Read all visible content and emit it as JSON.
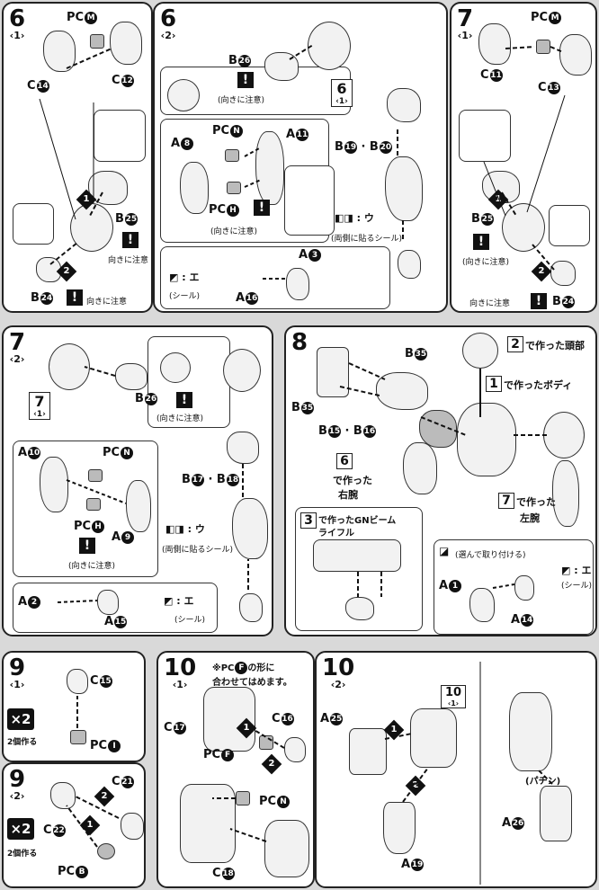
{
  "p6_1": {
    "step": "6",
    "sub": "‹1›",
    "pcm": "PC",
    "pcm_c": "M",
    "c12": "C",
    "c12_c": "12",
    "c14": "C",
    "c14_c": "14",
    "b25": "B",
    "b25_c": "25",
    "b24": "B",
    "b24_c": "24",
    "note1": "向きに注意",
    "note2": "向きに注意",
    "d1": "1",
    "d2": "2"
  },
  "p6_2": {
    "step": "6",
    "sub": "‹2›",
    "b26": "B",
    "b26_c": "26",
    "note": "(向きに注意)",
    "ref": "6",
    "ref_sub": "‹1›",
    "a8": "A",
    "a8_c": "8",
    "pcn": "PC",
    "pcn_c": "N",
    "a11": "A",
    "a11_c": "11",
    "pch": "PC",
    "pch_c": "H",
    "note2": "(向きに注意)",
    "b1920": "B",
    "b19": "19",
    "b20": "20",
    "sealnote": "(両側に貼るシール)",
    "u": "ウ",
    "a3": "A",
    "a3_c": "3",
    "e": "エ",
    "seal": "(シール)",
    "a16": "A",
    "a16_c": "16"
  },
  "p7_1": {
    "step": "7",
    "sub": "‹1›",
    "pcm": "PC",
    "pcm_c": "M",
    "c11": "C",
    "c11_c": "11",
    "c13": "C",
    "c13_c": "13",
    "b25": "B",
    "b25_c": "25",
    "b24": "B",
    "b24_c": "24",
    "note1": "(向きに注意)",
    "note2": "向きに注意",
    "d1": "1",
    "d2": "2"
  },
  "p7_2": {
    "step": "7",
    "sub": "‹2›",
    "b26": "B",
    "b26_c": "26",
    "note": "(向きに注意)",
    "ref": "7",
    "ref_sub": "‹1›",
    "a10": "A",
    "a10_c": "10",
    "pcn": "PC",
    "pcn_c": "N",
    "pch": "PC",
    "pch_c": "H",
    "a9": "A",
    "a9_c": "9",
    "note2": "(向きに注意)",
    "b1718": "B",
    "b17": "17",
    "b18": "18",
    "sealnote": "(両側に貼るシール)",
    "u": "ウ",
    "a2": "A",
    "a2_c": "2",
    "a15": "A",
    "a15_c": "15",
    "e": "エ",
    "seal": "(シール)"
  },
  "p8": {
    "step": "8",
    "b35a": "B",
    "b35a_c": "35",
    "b35b": "B",
    "b35b_c": "35",
    "head_num": "2",
    "head": "で作った頭部",
    "body_num": "1",
    "body": "で作ったボディ",
    "b1516": "B",
    "b15": "15",
    "b16": "16",
    "rarm_num": "6",
    "rarm": "で作った",
    "rarm2": "右腕",
    "larm_num": "7",
    "larm": "で作った",
    "larm2": "左腕",
    "gn_num": "3",
    "gn": "で作ったGNビーム",
    "gn2": "ライフル",
    "choose": "(選んで取り付ける)",
    "a1": "A",
    "a1_c": "1",
    "a14": "A",
    "a14_c": "14",
    "e": "エ",
    "seal": "(シール)"
  },
  "p9_1": {
    "step": "9",
    "sub": "‹1›",
    "c15": "C",
    "c15_c": "15",
    "pci": "PC",
    "pci_c": "I",
    "x2": "×2",
    "make2": "2個作る"
  },
  "p9_2": {
    "step": "9",
    "sub": "‹2›",
    "c21": "C",
    "c21_c": "21",
    "c22": "C",
    "c22_c": "22",
    "pcb": "PC",
    "pcb_c": "B",
    "x2": "×2",
    "make2": "2個作る",
    "d1": "1",
    "d2": "2"
  },
  "p10_1": {
    "step": "10",
    "sub": "‹1›",
    "note": "※PC",
    "note_c": "F",
    "note2": "の形に",
    "note3": "合わせてはめます。",
    "c17": "C",
    "c17_c": "17",
    "c16": "C",
    "c16_c": "16",
    "pcf": "PC",
    "pcf_c": "F",
    "pcn": "PC",
    "pcn_c": "N",
    "c18": "C",
    "c18_c": "18",
    "d1": "1",
    "d2": "2"
  },
  "p10_2": {
    "step": "10",
    "sub": "‹2›",
    "ref": "10",
    "ref_sub": "‹1›",
    "a25": "A",
    "a25_c": "25",
    "a19": "A",
    "a19_c": "19",
    "a26": "A",
    "a26_c": "26",
    "snap": "パチン",
    "d1": "1",
    "d2": "2"
  }
}
